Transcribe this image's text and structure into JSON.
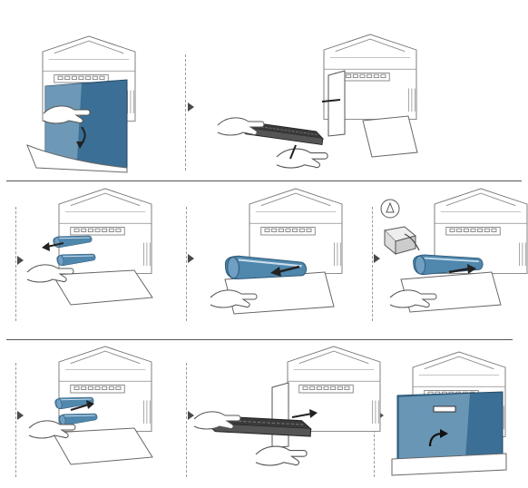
{
  "figure": {
    "title": "",
    "rows": [
      {
        "steps": [
          {
            "name": "open-front-cover",
            "has_arrow": false
          },
          {
            "name": "pull-out-imaging-unit",
            "has_arrow": true
          }
        ]
      },
      {
        "steps": [
          {
            "name": "remove-toner-cartridge",
            "has_arrow": true
          },
          {
            "name": "remove-second-toner-cartridge",
            "has_arrow": true
          },
          {
            "name": "insert-new-toner-cartridge",
            "has_arrow": true
          }
        ]
      },
      {
        "steps": [
          {
            "name": "push-toner-cartridge-in",
            "has_arrow": true
          },
          {
            "name": "slide-imaging-unit-back",
            "has_arrow": true
          },
          {
            "name": "close-front-cover",
            "has_arrow": true
          }
        ]
      }
    ]
  },
  "colors": {
    "line": "#5a5a5a",
    "cover_blue": "#3b6f95",
    "cover_blue_light": "#8fb6cf",
    "cartridge_blue": "#4f87ad",
    "rule": "#555555",
    "separator": "#9a9a9a"
  },
  "icons": [
    "pointer-arrow-icon",
    "hand-icon",
    "motion-arrow-icon",
    "recycle-box-icon"
  ]
}
